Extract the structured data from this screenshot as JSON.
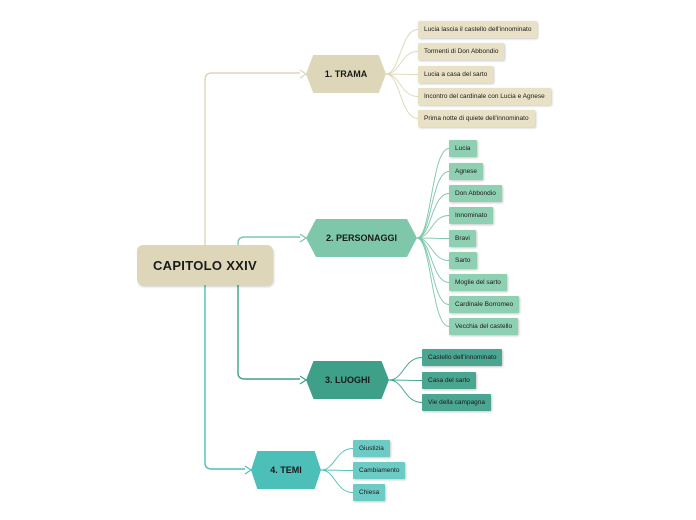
{
  "root": {
    "label": "CAPITOLO XXIV",
    "color": "#ddd6b8"
  },
  "branches": [
    {
      "label": "1. TRAMA",
      "color": "#ddd6b8",
      "line_color": "#ddd6b8",
      "leaf_color": "#e8e1c6",
      "leaves": [
        "Lucia lascia il castello dell'innominato",
        "Tormenti di Don Abbondio",
        "Lucia a casa del sarto",
        "Incontro del cardinale con Lucia e Agnese",
        "Prima notte di quiete dell'innominato"
      ]
    },
    {
      "label": "2. PERSONAGGI",
      "color": "#7ec7aa",
      "line_color": "#7ec7aa",
      "leaf_color": "#8fd0b3",
      "leaves": [
        "Lucia",
        "Agnese",
        "Don Abbondio",
        "Innominato",
        "Bravi",
        "Sarto",
        "Moglie del sarto",
        "Cardinale Borromeo",
        "Vecchia del castello"
      ]
    },
    {
      "label": "3. LUOGHI",
      "color": "#3fa08a",
      "line_color": "#3fa08a",
      "leaf_color": "#4aa591",
      "leaves": [
        "Castello dell'innominato",
        "Casa del sarto",
        "Vie della campagna"
      ]
    },
    {
      "label": "4. TEMI",
      "color": "#4dbfb9",
      "line_color": "#4dbfb9",
      "leaf_color": "#6ccbc4",
      "leaves": [
        "Giustizia",
        "Cambiamento",
        "Chiesa"
      ]
    }
  ]
}
